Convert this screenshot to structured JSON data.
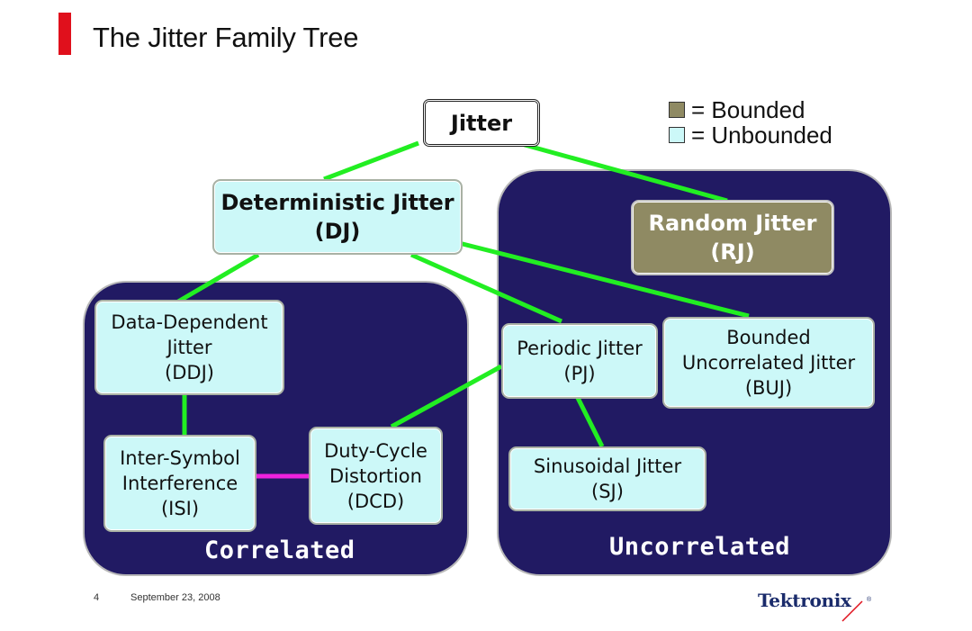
{
  "slide": {
    "title": "The Jitter Family Tree",
    "page_number": "4",
    "date": "September 23, 2008",
    "logo": "Tektronix",
    "logo_mark": "®"
  },
  "legend": {
    "bounded_label": "= Bounded",
    "unbounded_label": "= Unbounded",
    "bounded_color": "#8f8a63",
    "unbounded_color": "#ccf8f8"
  },
  "regions": {
    "correlated": "Correlated",
    "uncorrelated": "Uncorrelated"
  },
  "nodes": {
    "jitter": {
      "label": "Jitter"
    },
    "dj": {
      "line1": "Deterministic Jitter",
      "line2": "(DJ)"
    },
    "rj": {
      "line1": "Random Jitter",
      "line2": "(RJ)"
    },
    "ddj": {
      "line1": "Data-Dependent",
      "line2": "Jitter",
      "line3": "(DDJ)"
    },
    "pj": {
      "line1": "Periodic Jitter",
      "line2": "(PJ)"
    },
    "buj": {
      "line1": "Bounded",
      "line2": "Uncorrelated Jitter",
      "line3": "(BUJ)"
    },
    "isi": {
      "line1": "Inter-Symbol",
      "line2": "Interference",
      "line3": "(ISI)"
    },
    "dcd": {
      "line1": "Duty-Cycle",
      "line2": "Distortion",
      "line3": "(DCD)"
    },
    "sj": {
      "line1": "Sinusoidal Jitter",
      "line2": "(SJ)"
    }
  },
  "colors": {
    "tree_link": "#22ee22",
    "isi_dcd_link": "#ee22dd",
    "region_fill": "#211a63",
    "title_accent": "#e0101c"
  }
}
